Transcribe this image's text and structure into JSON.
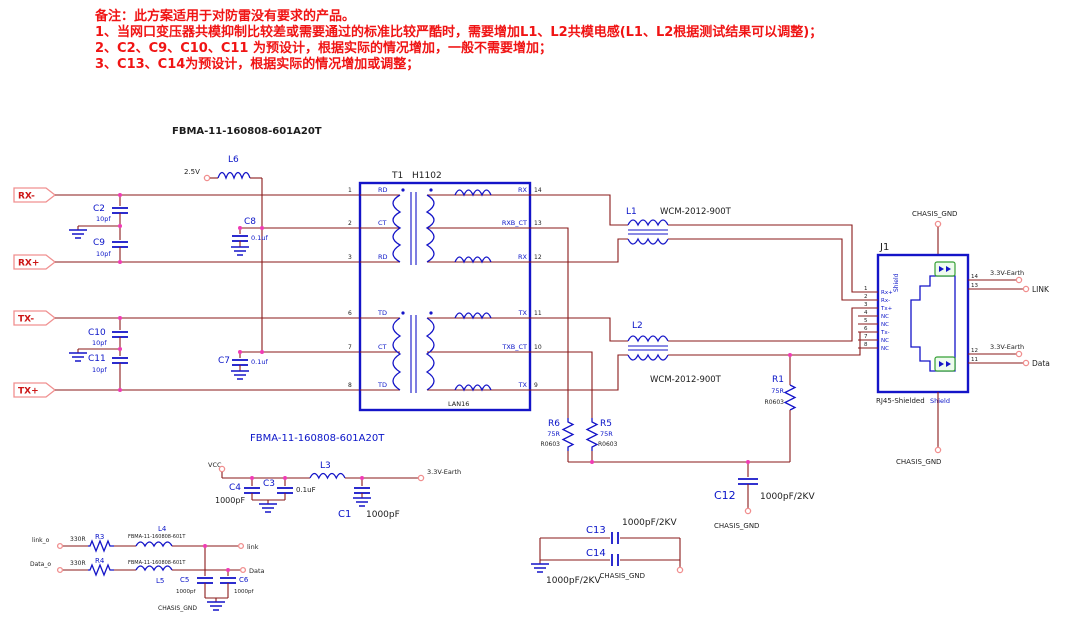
{
  "palette": {
    "wire": "#8a1a1a",
    "component": "#1414c8",
    "note_red": "#f01414",
    "junction_pink": "#f03cb4",
    "port_pink": "#f09090"
  },
  "notes": {
    "l0": "备注：此方案适用于对防雷没有要求的产品。",
    "l1": "1、当网口变压器共模抑制比较差或需要通过的标准比较严酷时，需要增加L1、L2共模电感(L1、L2根据测试结果可以调整)；",
    "l2": "2、C2、C9、C10、C11 为预设计，根据实际的情况增加，一般不需要增加；",
    "l3": "3、C13、C14为预设计，根据实际的情况增加或调整；"
  },
  "labels": {
    "fbma_top": "FBMA-11-160808-601A20T",
    "l6": "L6",
    "v25": "2.5V",
    "port_rx_minus": "RX-",
    "port_rx_plus": "RX+",
    "port_tx_minus": "TX-",
    "port_tx_plus": "TX+",
    "c2": "C2",
    "c2_val": "10pf",
    "c9": "C9",
    "c9_val": "10pf",
    "c10": "C10",
    "c10_val": "10pf",
    "c11": "C11",
    "c11_val": "10pf",
    "c8": "C8",
    "c8_val": "0.1uf",
    "c7": "C7",
    "c7_val": "0.1uf",
    "t1_ref": "T1",
    "t1_part": "H1102",
    "lan16": "LAN16",
    "rd1": "RD",
    "ct_top": "CT",
    "rd2": "RD",
    "td1": "TD",
    "ct_bot": "CT",
    "td2": "TD",
    "rx1": "RX",
    "rxb_ct": "RXB_CT",
    "rx2": "RX",
    "tx1": "TX",
    "txb_ct": "TXB_CT",
    "tx2": "TX",
    "n1": "1",
    "n2": "2",
    "n3": "3",
    "n6": "6",
    "n7": "7",
    "n8": "8",
    "n14": "14",
    "n13": "13",
    "n12": "12",
    "n11": "11",
    "n10": "10",
    "n9": "9",
    "l1": "L1",
    "l1_part": "WCM-2012-900T",
    "l2": "L2",
    "l2_part": "WCM-2012-900T",
    "r6": "R6",
    "r6_val": "75R",
    "r6_pkg": "R0603",
    "r5": "R5",
    "r5_val": "75R",
    "r5_pkg": "R0603",
    "r1": "R1",
    "r1_val": "75R",
    "r1_pkg": "R0603",
    "j1_ref": "J1",
    "j1_part": "RJ45-Shielded",
    "j1_shield": "Shield",
    "j1_shield_side": "Shield",
    "j1_p1": "Rx+",
    "j1_p2": "Rx-",
    "j1_p3": "Tx+",
    "j1_p4": "NC",
    "j1_p5": "NC",
    "j1_p6": "Tx-",
    "j1_p7": "NC",
    "j1_p8": "NC",
    "j1_n1": "1",
    "j1_n2": "2",
    "j1_n3": "3",
    "j1_n4": "4",
    "j1_n5": "5",
    "j1_n6": "6",
    "j1_n7": "7",
    "j1_n8": "8",
    "j1_n14": "14",
    "j1_n13": "13",
    "j1_n12": "12",
    "j1_n11": "11",
    "earth_top": "3.3V-Earth",
    "link_right": "LINK",
    "earth_bot": "3.3V-Earth",
    "data_right": "Data",
    "chasis_top": "CHASIS_GND",
    "chasis_mid": "CHASIS_GND",
    "chasis_c12": "CHASIS_GND",
    "chasis_c1314": "CHASIS_GND",
    "chasis_bl": "CHASIS_GND",
    "c12": "C12",
    "c12_val": "1000pF/2KV",
    "c13": "C13",
    "c13_val": "1000pF/2KV",
    "c14": "C14",
    "c14_val": "1000pF/2KV",
    "fbma_mid": "FBMA-11-160808-601A20T",
    "vcc": "VCC",
    "c4": "C4",
    "c4_val": "1000pF",
    "c3": "C3",
    "c3_val": "0.1uF",
    "l3": "L3",
    "c1": "C1",
    "c1_val": "1000pF",
    "earth_l3": "3.3V-Earth",
    "link_o": "link_o",
    "data_o": "Data_o",
    "r3": "R3",
    "r3_val": "330R",
    "r4": "R4",
    "r4_val": "330R",
    "l4": "L4",
    "l4_part": "FBMA-11-160808-601T",
    "l5": "L5",
    "l5_part": "FBMA-11-160808-601T",
    "link_lbl": "link",
    "data_lbl": "Data",
    "c5": "C5",
    "c5_val": "1000pf",
    "c6": "C6",
    "c6_val": "1000pf"
  }
}
